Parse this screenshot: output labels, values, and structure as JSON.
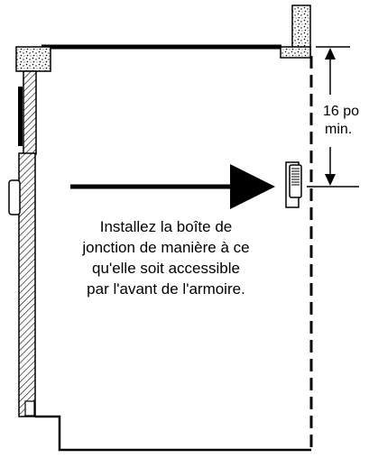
{
  "dimension": {
    "value": "16 po",
    "qualifier": "min."
  },
  "instruction": {
    "lines": [
      "Installez la boîte de",
      "jonction de manière à ce",
      "qu'elle soit accessible",
      "par l'avant de l'armoire."
    ]
  },
  "colors": {
    "line": "#000000",
    "background": "#ffffff"
  }
}
